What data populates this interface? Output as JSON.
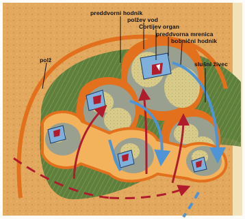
{
  "labels": {
    "scala_vestibuli": "preddvorni hodnik",
    "cochlear_duct": "polžev vod",
    "organ_of_corti": "Cortijev organ",
    "vestibular_membrane": "preddvorna mrenica",
    "scala_tympani": "bobnični hodnik",
    "auditory_nerve": "slušni živec",
    "cochlea": "polž"
  },
  "colors": {
    "background": "#fdfbf6",
    "tissue_orange": "#e2701d",
    "bone_tan": "#e1a85e",
    "nerve_green": "#5f7f3c",
    "scala_gray": "#9aa090",
    "lymph_yellow": "#d9cc8a",
    "duct_blue": "#7fb0dc",
    "arrow_red": "#b01c2c",
    "arrow_blue": "#4f95d6"
  }
}
